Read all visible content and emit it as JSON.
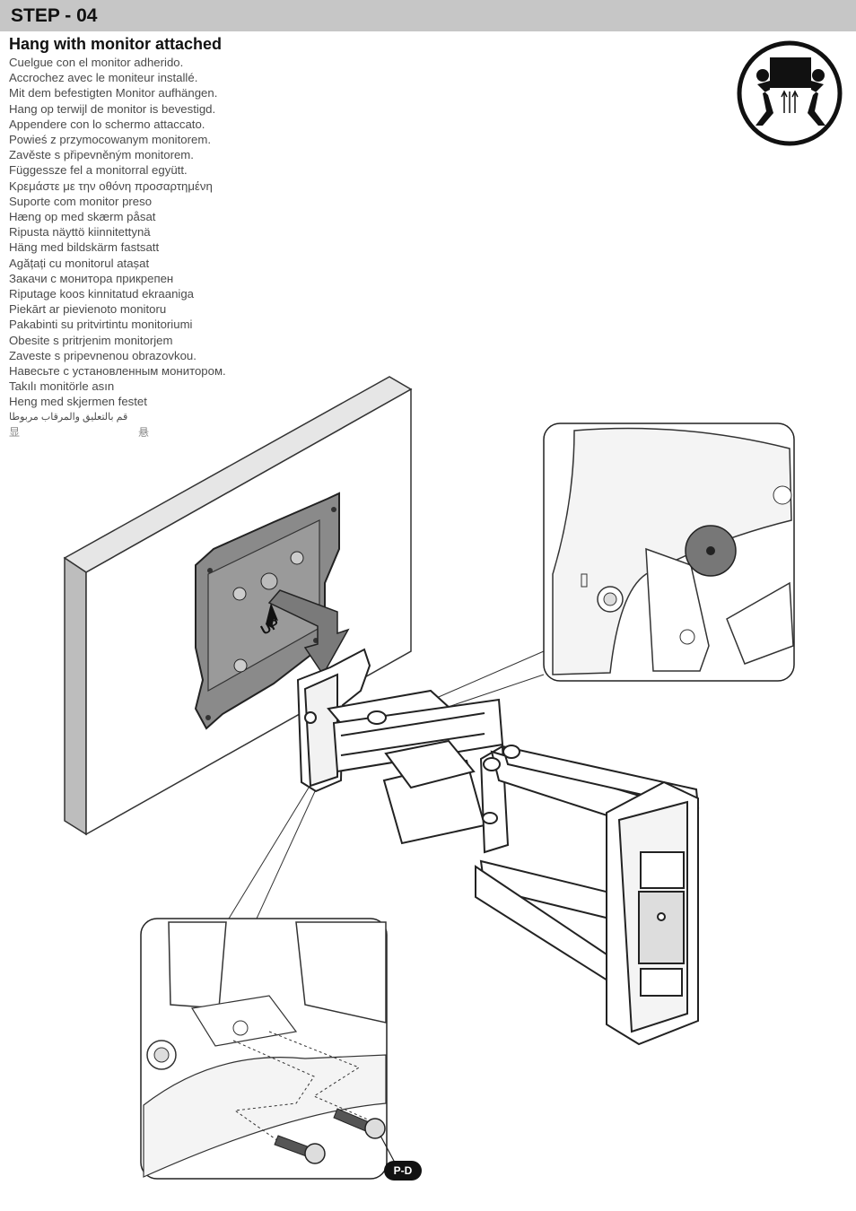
{
  "header": {
    "step": "STEP - 04"
  },
  "instruction": {
    "title": "Hang with monitor attached",
    "translations": [
      "Cuelgue con el monitor adherido.",
      "Accrochez avec le moniteur installé.",
      "Mit dem befestigten Monitor aufhängen.",
      "Hang op terwijl de monitor is bevestigd.",
      "Appendere con lo schermo attaccato.",
      "Powieś z przymocowanym monitorem.",
      "Zavěste s připevněným monitorem.",
      "Függessze fel a monitorral együtt.",
      "Κρεμάστε με την οθόνη προσαρτημένη",
      "Suporte com monitor preso",
      "Hæng op med skærm påsat",
      "Ripusta näyttö kiinnitettynä",
      "Häng med bildskärm fastsatt",
      "Agățați cu monitorul atașat",
      "Закачи с монитора прикрепен",
      "Riputage koos kinnitatud ekraaniga",
      "Piekārt ar pievienoto monitoru",
      "Pakabinti su pritvirtintu monitoriumi",
      "Obesite s pritrjenim monitorjem",
      "Zaveste s pripevnenou obrazovkou.",
      "Навесьте с установленным монитором.",
      "Takılı monitörle asın",
      "Heng med skjermen festet",
      "قم بالتعليق والمرقاب مربوطا"
    ],
    "cjk": [
      "显",
      "悬"
    ]
  },
  "illustration": {
    "plate_label": "UP",
    "part_label": "P-D",
    "icons": [
      "two-person-lift-icon",
      "wall-mount-arm-illustration",
      "detail-zoom-washer",
      "detail-zoom-screws"
    ]
  }
}
